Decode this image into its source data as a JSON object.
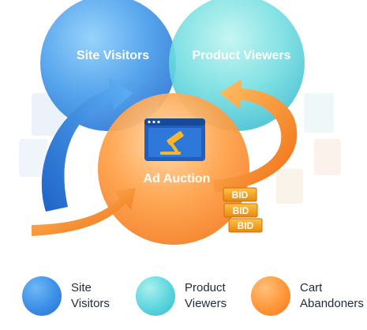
{
  "circles": {
    "site_visitors": "Site Visitors",
    "product_viewers": "Product Viewers",
    "ad_auction": "Ad Auction"
  },
  "bids": [
    "BID",
    "BID",
    "BID"
  ],
  "legend": [
    {
      "line1": "Site",
      "line2": "Visitors"
    },
    {
      "line1": "Product",
      "line2": "Viewers"
    },
    {
      "line1": "Cart",
      "line2": "Abandoners"
    }
  ],
  "colors": {
    "site_visitors": "#3b8fe6",
    "product_viewers": "#5cd6dd",
    "cart_abandoners": "#ff9738",
    "bid_tag": "#f4a020"
  },
  "icons": {
    "auction": "gavel-icon",
    "arrows": "curved-arrow-icon"
  }
}
